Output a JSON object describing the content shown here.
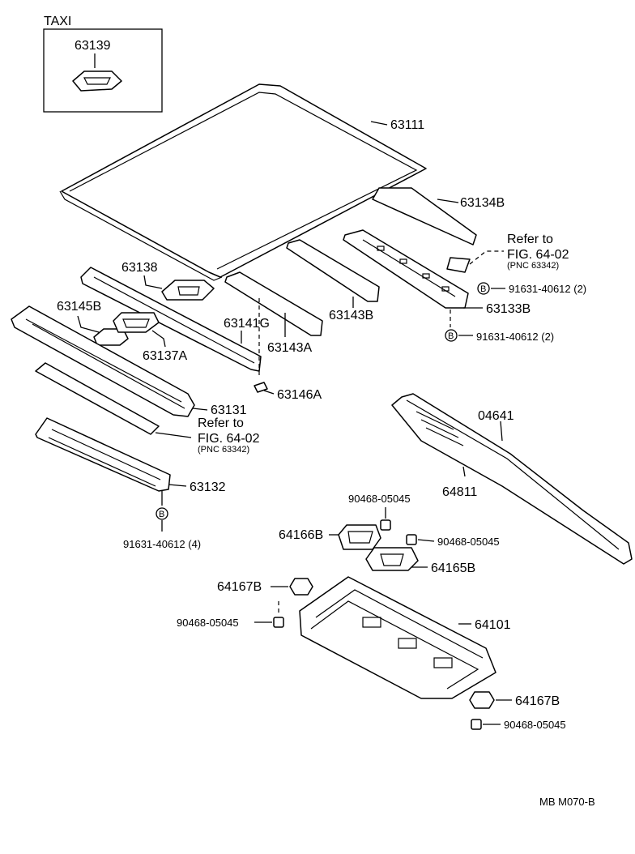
{
  "labels": {
    "taxi": "TAXI",
    "p63139": "63139",
    "p63111": "63111",
    "p63134B": "63134B",
    "refer1": "Refer to",
    "fig1": "FIG. 64-02",
    "pnc1": "(PNC 63342)",
    "clip1": "91631-40612 (2)",
    "p63133B": "63133B",
    "clip2": "91631-40612 (2)",
    "p63138": "63138",
    "p63143B": "63143B",
    "p63145B": "63145B",
    "p63141G": "63141G",
    "p63137A": "63137A",
    "p63143A": "63143A",
    "p63146A": "63146A",
    "p63131": "63131",
    "refer2": "Refer to",
    "fig2": "FIG. 64-02",
    "pnc2": "(PNC 63342)",
    "p63132": "63132",
    "clip3": "91631-40612 (4)",
    "p04641": "04641",
    "p64811": "64811",
    "nut1": "90468-05045",
    "p64166B": "64166B",
    "nut2": "90468-05045",
    "p64165B": "64165B",
    "p64167B_a": "64167B",
    "nut3": "90468-05045",
    "p64101": "64101",
    "p64167B_b": "64167B",
    "nut4": "90468-05045",
    "code": "MB  M070-B",
    "b": "B"
  }
}
